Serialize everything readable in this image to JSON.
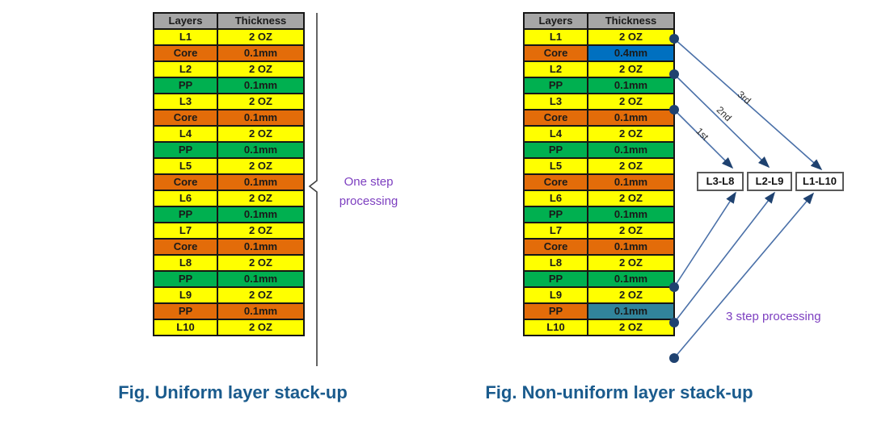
{
  "palette": {
    "yellow": "#ffff00",
    "orange": "#e36c09",
    "green": "#00b050",
    "blue": "#0070c0",
    "teal": "#31849b",
    "header_gray": "#a6a6a6",
    "caption_blue": "#1a5b8d",
    "annotation_purple": "#7d3fc0",
    "arrow_line_blue": "#4a70a8",
    "arrow_head_navy": "#1f4270"
  },
  "figures": [
    {
      "caption": "Fig. Uniform layer stack-up",
      "annotation": "One step processing",
      "table": {
        "headers": [
          "Layers",
          "Thickness"
        ],
        "rows": [
          [
            "L1",
            "2 OZ",
            "yellow",
            "yellow"
          ],
          [
            "Core",
            "0.1mm",
            "orange",
            "orange"
          ],
          [
            "L2",
            "2 OZ",
            "yellow",
            "yellow"
          ],
          [
            "PP",
            "0.1mm",
            "green",
            "green"
          ],
          [
            "L3",
            "2 OZ",
            "yellow",
            "yellow"
          ],
          [
            "Core",
            "0.1mm",
            "orange",
            "orange"
          ],
          [
            "L4",
            "2 OZ",
            "yellow",
            "yellow"
          ],
          [
            "PP",
            "0.1mm",
            "green",
            "green"
          ],
          [
            "L5",
            "2 OZ",
            "yellow",
            "yellow"
          ],
          [
            "Core",
            "0.1mm",
            "orange",
            "orange"
          ],
          [
            "L6",
            "2 OZ",
            "yellow",
            "yellow"
          ],
          [
            "PP",
            "0.1mm",
            "green",
            "green"
          ],
          [
            "L7",
            "2 OZ",
            "yellow",
            "yellow"
          ],
          [
            "Core",
            "0.1mm",
            "orange",
            "orange"
          ],
          [
            "L8",
            "2 OZ",
            "yellow",
            "yellow"
          ],
          [
            "PP",
            "0.1mm",
            "green",
            "green"
          ],
          [
            "L9",
            "2 OZ",
            "yellow",
            "yellow"
          ],
          [
            "PP",
            "0.1mm",
            "orange",
            "orange"
          ],
          [
            "L10",
            "2 OZ",
            "yellow",
            "yellow"
          ]
        ]
      }
    },
    {
      "caption": "Fig. Non-uniform layer stack-up",
      "annotation": "3 step processing",
      "step_labels": [
        "1st",
        "2nd",
        "3rd"
      ],
      "group_boxes": [
        "L3-L8",
        "L2-L9",
        "L1-L10"
      ],
      "table": {
        "headers": [
          "Layers",
          "Thickness"
        ],
        "rows": [
          [
            "L1",
            "2 OZ",
            "yellow",
            "yellow"
          ],
          [
            "Core",
            "0.4mm",
            "orange",
            "blue"
          ],
          [
            "L2",
            "2 OZ",
            "yellow",
            "yellow"
          ],
          [
            "PP",
            "0.1mm",
            "green",
            "green"
          ],
          [
            "L3",
            "2 OZ",
            "yellow",
            "yellow"
          ],
          [
            "Core",
            "0.1mm",
            "orange",
            "orange"
          ],
          [
            "L4",
            "2 OZ",
            "yellow",
            "yellow"
          ],
          [
            "PP",
            "0.1mm",
            "green",
            "green"
          ],
          [
            "L5",
            "2 OZ",
            "yellow",
            "yellow"
          ],
          [
            "Core",
            "0.1mm",
            "orange",
            "orange"
          ],
          [
            "L6",
            "2 OZ",
            "yellow",
            "yellow"
          ],
          [
            "PP",
            "0.1mm",
            "green",
            "green"
          ],
          [
            "L7",
            "2 OZ",
            "yellow",
            "yellow"
          ],
          [
            "Core",
            "0.1mm",
            "orange",
            "orange"
          ],
          [
            "L8",
            "2 OZ",
            "yellow",
            "yellow"
          ],
          [
            "PP",
            "0.1mm",
            "green",
            "green"
          ],
          [
            "L9",
            "2 OZ",
            "yellow",
            "yellow"
          ],
          [
            "PP",
            "0.1mm",
            "orange",
            "teal"
          ],
          [
            "L10",
            "2 OZ",
            "yellow",
            "yellow"
          ]
        ]
      }
    }
  ]
}
